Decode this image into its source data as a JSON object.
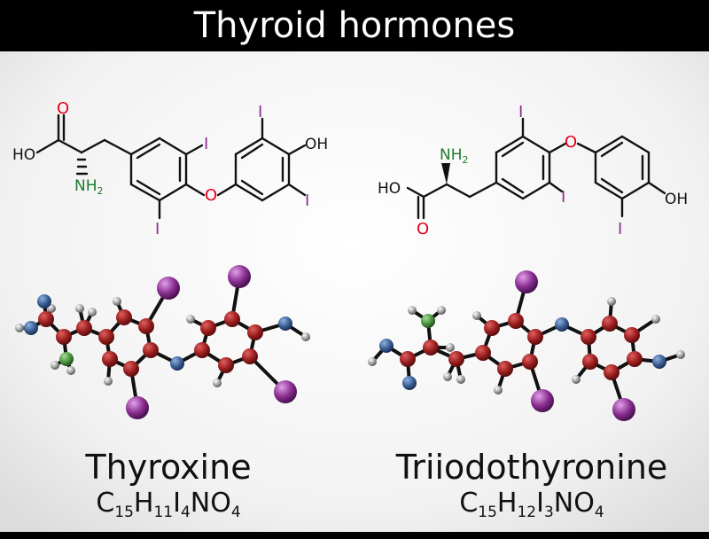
{
  "title": "Thyroid hormones",
  "colors": {
    "bond": "#111111",
    "oxygen": "#e4001b",
    "nitrogen": "#1f7a2e",
    "carbon_ball": "#9c1f1f",
    "oxygen_ball": "#3b5e95",
    "nitrogen_ball": "#4a9440",
    "hydrogen_ball": "#8a8a8a",
    "iodine_ball": "#8a2f92"
  },
  "molecules": [
    {
      "name": "Thyroxine",
      "formula": [
        {
          "t": "C"
        },
        {
          "s": "15"
        },
        {
          "t": "H"
        },
        {
          "s": "11"
        },
        {
          "t": "I"
        },
        {
          "s": "4"
        },
        {
          "t": "NO"
        },
        {
          "s": "4"
        }
      ],
      "labels": {
        "carbonyl_o": "O",
        "hydroxyl": "HO",
        "amine_n": "NH",
        "amine_sub": "2",
        "iodine": "I",
        "ether_o": "O",
        "phenol": "OH"
      }
    },
    {
      "name": "Triiodothyronine",
      "formula": [
        {
          "t": "C"
        },
        {
          "s": "15"
        },
        {
          "t": "H"
        },
        {
          "s": "12"
        },
        {
          "t": "I"
        },
        {
          "s": "3"
        },
        {
          "t": "NO"
        },
        {
          "s": "4"
        }
      ],
      "labels": {
        "carbonyl_o": "O",
        "hydroxyl": "HO",
        "amine_n": "NH",
        "amine_sub": "2",
        "iodine": "I",
        "ether_o": "O",
        "phenol": "OH"
      }
    }
  ]
}
